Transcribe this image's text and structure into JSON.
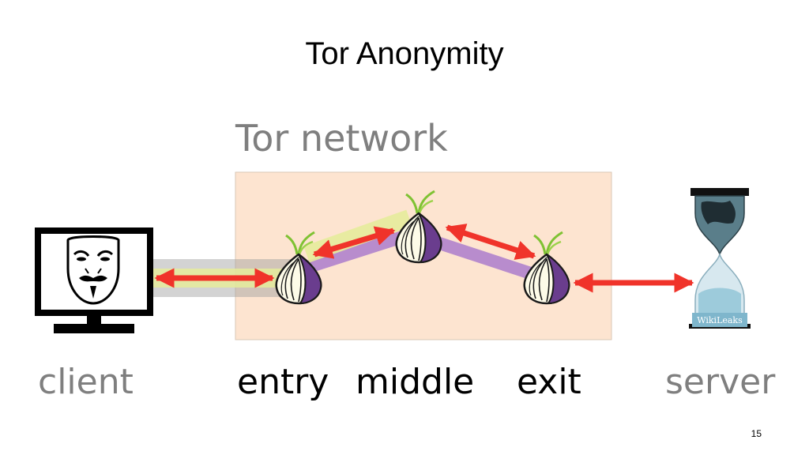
{
  "slide": {
    "title": "Tor Anonymity",
    "page_number": "15"
  },
  "network": {
    "title": "Tor network",
    "background_color": "#fde4d0"
  },
  "labels": {
    "client": "client",
    "entry": "entry",
    "middle": "middle",
    "exit": "exit",
    "server": "server"
  },
  "server_logo": {
    "text": "WikiLeaks"
  },
  "colors": {
    "arrow": "#f0332a",
    "path": "#b88ccd",
    "highlight": "#e6ec9c",
    "onion_purple": "#6a3d8e",
    "sprout": "#7fc233"
  },
  "icons": {
    "client": "anonymous-mask-monitor-icon",
    "relay": "tor-onion-icon",
    "server": "wikileaks-hourglass-icon"
  }
}
